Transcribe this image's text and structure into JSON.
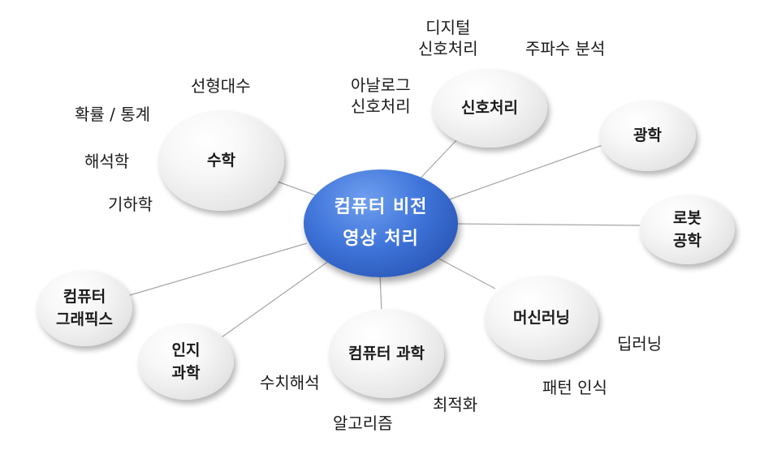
{
  "center": "컴퓨터 비전\n영상 처리",
  "nodes": {
    "math": "수학",
    "signal": "신호처리",
    "optics": "광학",
    "robotics": "로봇\n공학",
    "ml": "머신러닝",
    "cs": "컴퓨터 과학",
    "cognitive": "인지\n과학",
    "graphics": "컴퓨터\n그래픽스"
  },
  "labels": {
    "linear_algebra": "선형대수",
    "probability": "확률 / 통계",
    "analysis": "해석학",
    "geometry": "기하학",
    "digital_signal": "디지털\n신호처리",
    "frequency": "주파수 분석",
    "analog_signal": "아날로그\n신호처리",
    "deep_learning": "딥러닝",
    "pattern_recognition": "패턴 인식",
    "numerical_analysis": "수치해석",
    "optimization": "최적화",
    "algorithms": "알고리즘"
  },
  "colors": {
    "center_blue": "#3f74d9",
    "bubble_gray": "#e6e6e6",
    "line_gray": "#a6a6a6"
  }
}
